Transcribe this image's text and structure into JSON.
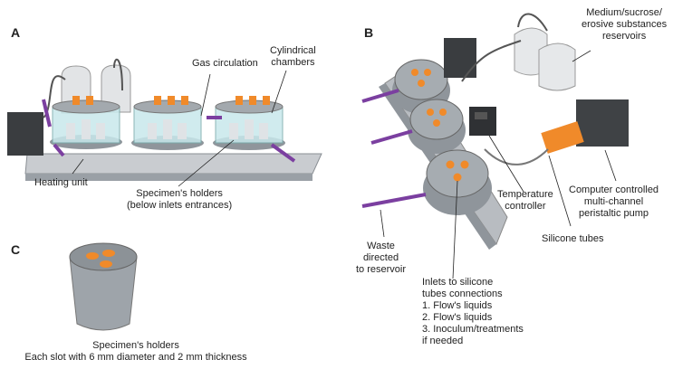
{
  "panels": {
    "a": "A",
    "b": "B",
    "c": "C"
  },
  "panel_a": {
    "gas_circulation": "Gas circulation",
    "cylindrical_chambers": [
      "Cylindrical",
      "chambers"
    ],
    "heating_unit": "Heating unit",
    "specimen_holders": [
      "Specimen's holders",
      "(below inlets entrances)"
    ]
  },
  "panel_b": {
    "reservoirs": [
      "Medium/sucrose/",
      "erosive substances",
      "reservoirs"
    ],
    "temperature_controller": [
      "Temperature",
      "controller"
    ],
    "pump": [
      "Computer controlled",
      "multi-channel",
      "peristaltic pump"
    ],
    "silicone_tubes": "Silicone tubes",
    "waste": [
      "Waste",
      "directed",
      "to reservoir"
    ],
    "inlets": [
      "Inlets to silicone",
      "tubes connections",
      "1. Flow's liquids",
      "2. Flow's liquids",
      "3. Inoculum/treatments",
      "if needed"
    ]
  },
  "panel_c": {
    "title": "Specimen's holders",
    "caption": "Each slot with 6 mm diameter and 2 mm thickness"
  },
  "colors": {
    "glass": "#c8e8ec",
    "metal": "#8f959b",
    "dark": "#3a3d40",
    "orange": "#f08a2a",
    "purple": "#7b3fa0",
    "base": "#c9ccd0"
  }
}
